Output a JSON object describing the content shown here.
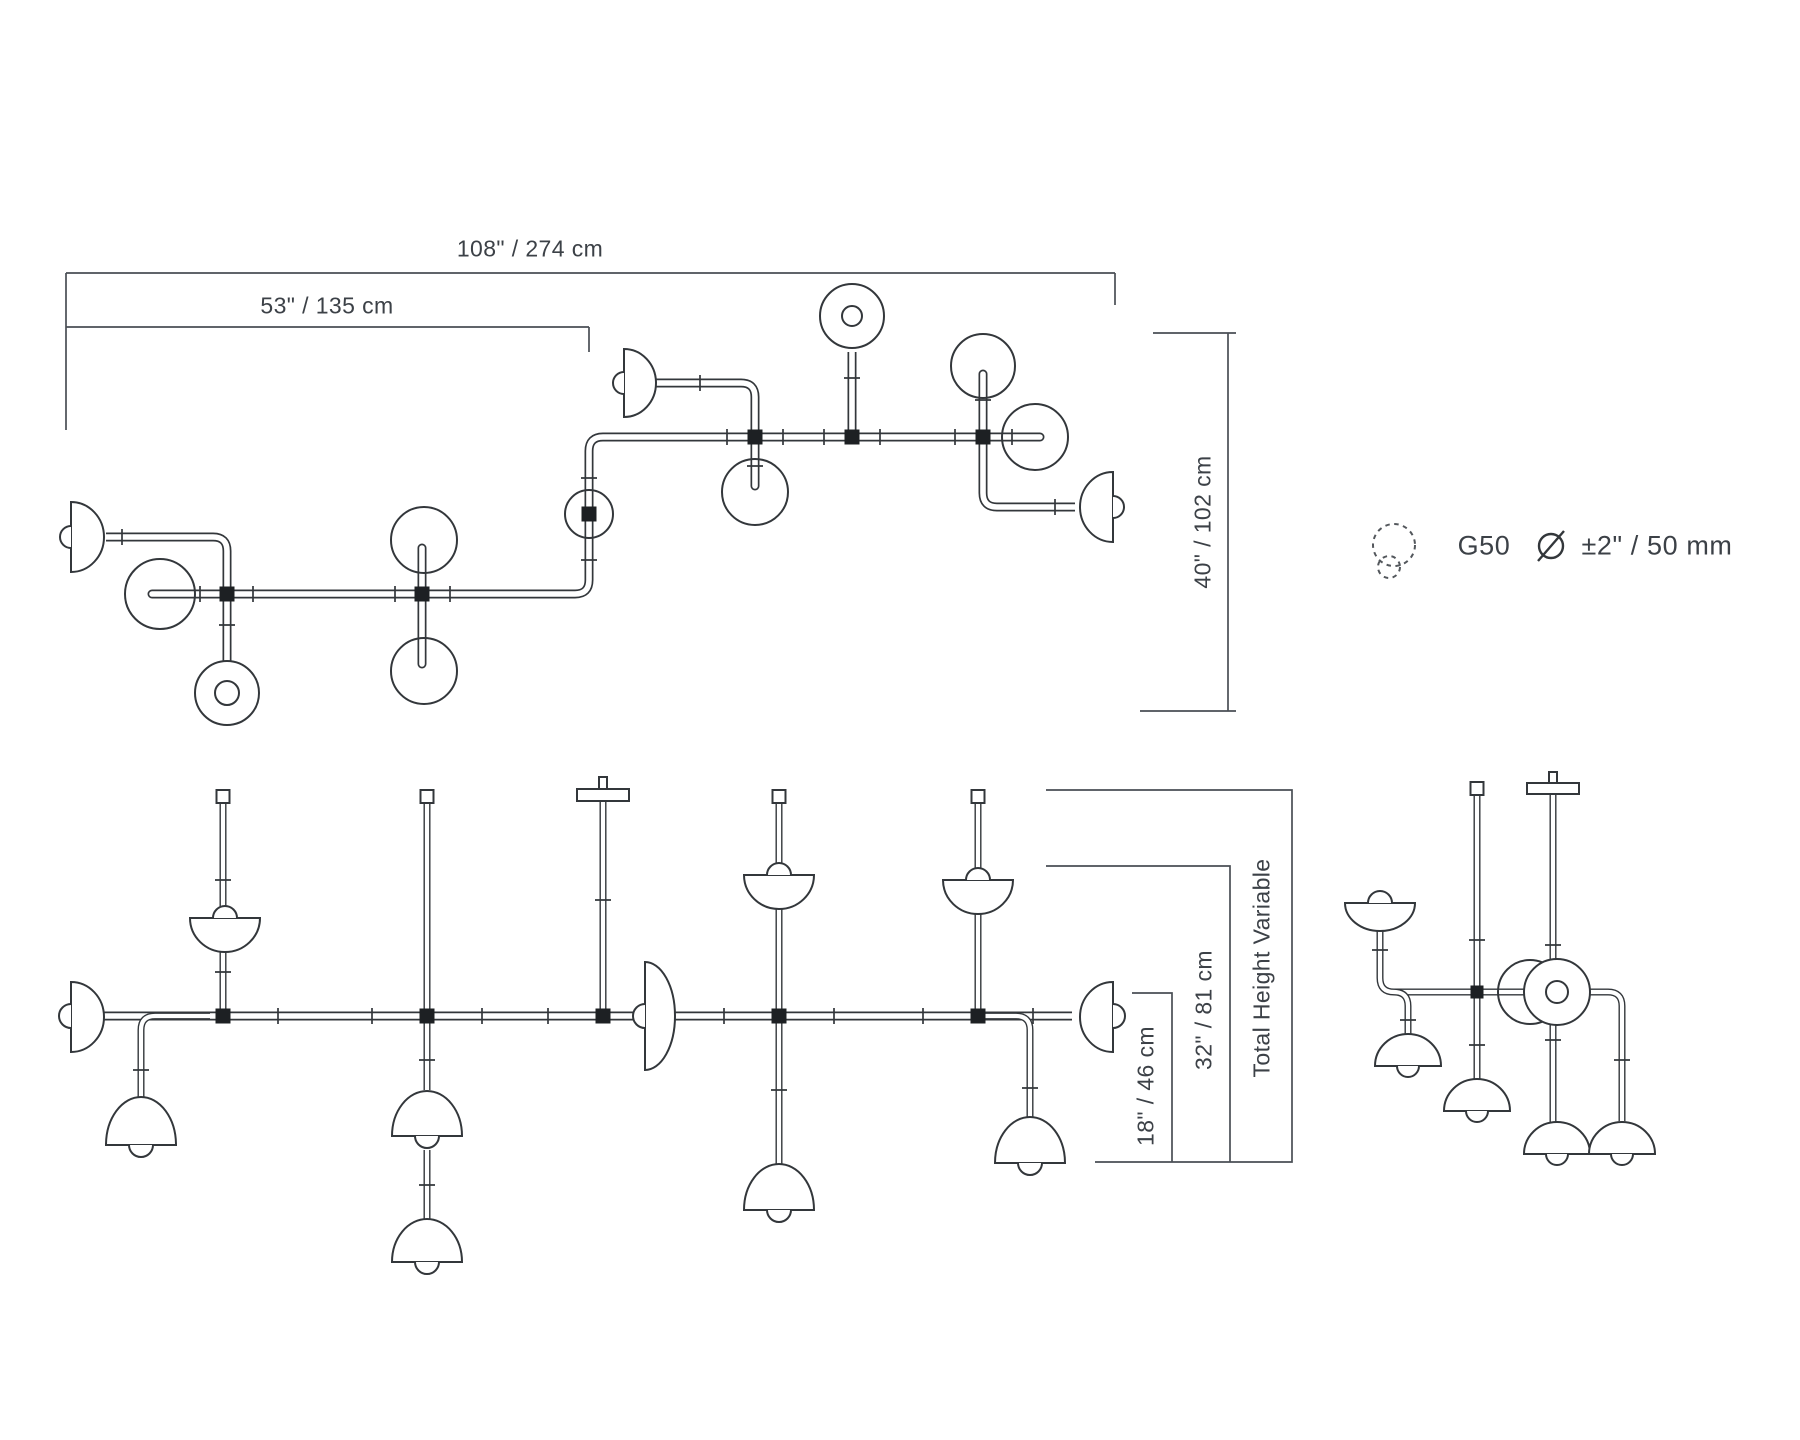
{
  "colors": {
    "background": "#ffffff",
    "line": "#33373b",
    "text": "#3c4147"
  },
  "top_view": {
    "width_label": "108\" / 274 cm",
    "partial_width_label": "53\" / 135 cm",
    "depth_label": "40\" / 102 cm"
  },
  "front_view": {
    "drop_short_label": "18\" / 46 cm",
    "drop_long_label": "32\" / 81 cm",
    "total_height_label": "Total Height Variable"
  },
  "legend": {
    "bulb_name": "G50",
    "bulb_size": "±2\" / 50 mm",
    "bulb_icon": "g50-bulb-dashed-icon",
    "diameter_icon": "diameter-symbol-icon"
  }
}
